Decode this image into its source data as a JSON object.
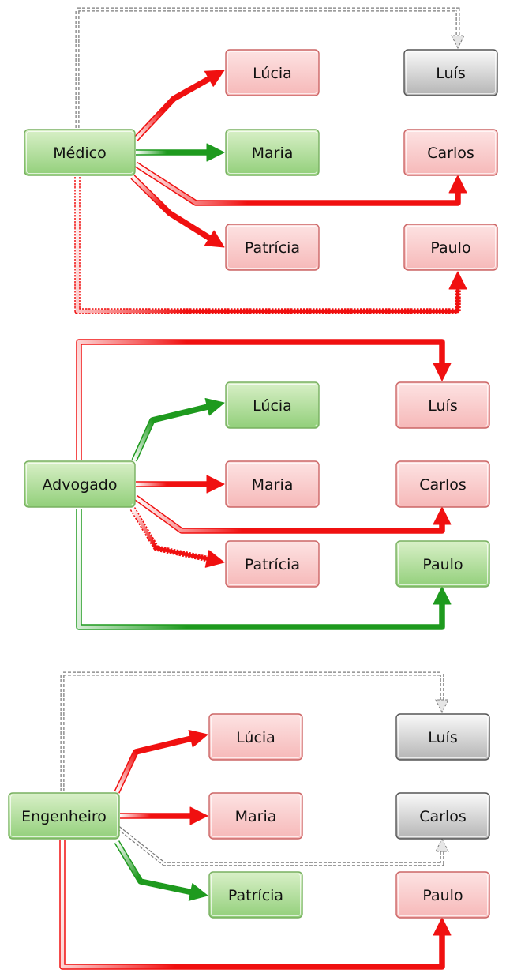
{
  "colors": {
    "red": "#f01010",
    "green": "#1e9a1e",
    "gray": "#9a9a9a",
    "red_fill_top": "#fde3e3",
    "red_fill_bottom": "#f6b8b8",
    "red_stroke": "#cc6666",
    "green_fill_top": "#d9f0c8",
    "green_fill_bottom": "#92cf7a",
    "green_stroke": "#78b060",
    "gray_fill_top": "#fafafa",
    "gray_fill_bottom": "#b4b4b4",
    "gray_stroke": "#555555"
  },
  "diagrams": [
    {
      "id": "medico",
      "source": {
        "label": "Médico",
        "status": "green"
      },
      "targets": [
        {
          "key": "lucia",
          "label": "Lúcia",
          "status": "red",
          "edge": "red",
          "style": "solid"
        },
        {
          "key": "maria",
          "label": "Maria",
          "status": "green",
          "edge": "green",
          "style": "solid"
        },
        {
          "key": "patricia",
          "label": "Patrícia",
          "status": "red",
          "edge": "red",
          "style": "solid"
        },
        {
          "key": "luis",
          "label": "Luís",
          "status": "gray",
          "edge": "gray",
          "style": "dashed"
        },
        {
          "key": "carlos",
          "label": "Carlos",
          "status": "red",
          "edge": "red",
          "style": "solid"
        },
        {
          "key": "paulo",
          "label": "Paulo",
          "status": "red",
          "edge": "red",
          "style": "dotted"
        }
      ]
    },
    {
      "id": "advogado",
      "source": {
        "label": "Advogado",
        "status": "green"
      },
      "targets": [
        {
          "key": "lucia",
          "label": "Lúcia",
          "status": "green",
          "edge": "green",
          "style": "solid"
        },
        {
          "key": "maria",
          "label": "Maria",
          "status": "red",
          "edge": "red",
          "style": "solid"
        },
        {
          "key": "patricia",
          "label": "Patrícia",
          "status": "red",
          "edge": "red",
          "style": "dotted"
        },
        {
          "key": "luis",
          "label": "Luís",
          "status": "red",
          "edge": "red",
          "style": "solid"
        },
        {
          "key": "carlos",
          "label": "Carlos",
          "status": "red",
          "edge": "red",
          "style": "solid"
        },
        {
          "key": "paulo",
          "label": "Paulo",
          "status": "green",
          "edge": "green",
          "style": "solid"
        }
      ]
    },
    {
      "id": "engenheiro",
      "source": {
        "label": "Engenheiro",
        "status": "green"
      },
      "targets": [
        {
          "key": "lucia",
          "label": "Lúcia",
          "status": "red",
          "edge": "red",
          "style": "solid"
        },
        {
          "key": "maria",
          "label": "Maria",
          "status": "red",
          "edge": "red",
          "style": "solid"
        },
        {
          "key": "patricia",
          "label": "Patrícia",
          "status": "green",
          "edge": "green",
          "style": "solid"
        },
        {
          "key": "luis",
          "label": "Luís",
          "status": "gray",
          "edge": "gray",
          "style": "dashed"
        },
        {
          "key": "carlos",
          "label": "Carlos",
          "status": "gray",
          "edge": "gray",
          "style": "dashed"
        },
        {
          "key": "paulo",
          "label": "Paulo",
          "status": "red",
          "edge": "red",
          "style": "solid"
        }
      ]
    }
  ]
}
